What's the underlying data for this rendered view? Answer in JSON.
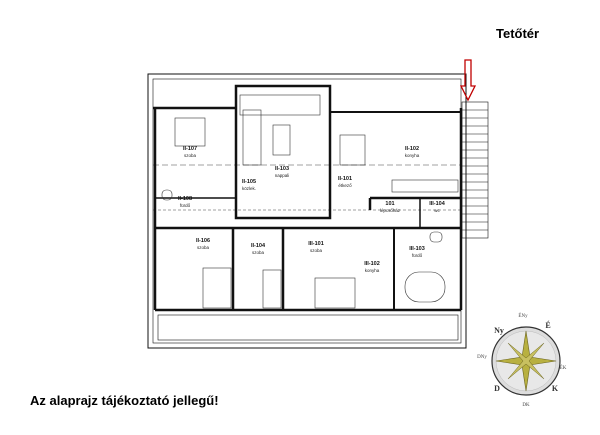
{
  "floor_title": "Tetőtér",
  "disclaimer": "Az alaprajz tájékoztató jellegű!",
  "rooms": [
    {
      "id": "II-107",
      "name": "szoba"
    },
    {
      "id": "II-103",
      "name": "nappali"
    },
    {
      "id": "II-105",
      "name": "közlek."
    },
    {
      "id": "II-101",
      "name": "étkező"
    },
    {
      "id": "II-102",
      "name": "konyha"
    },
    {
      "id": "II-108",
      "name": "fürdő"
    },
    {
      "id": "101",
      "name": "lépcsőház"
    },
    {
      "id": "III-104",
      "name": "wc"
    },
    {
      "id": "II-106",
      "name": "szoba"
    },
    {
      "id": "II-104",
      "name": "szoba"
    },
    {
      "id": "III-101",
      "name": "szoba"
    },
    {
      "id": "III-102",
      "name": "konyha"
    },
    {
      "id": "III-103",
      "name": "fürdő"
    }
  ],
  "compass": {
    "labels": {
      "n": "É",
      "ne": "ÉK",
      "e": "K",
      "se": "DK",
      "s": "D",
      "sw": "DNy",
      "w": "Ny",
      "nw": "ÉNy"
    }
  },
  "colors": {
    "arrow": "#c00000",
    "compass_star": "#b8b040",
    "walls": "#111111"
  }
}
